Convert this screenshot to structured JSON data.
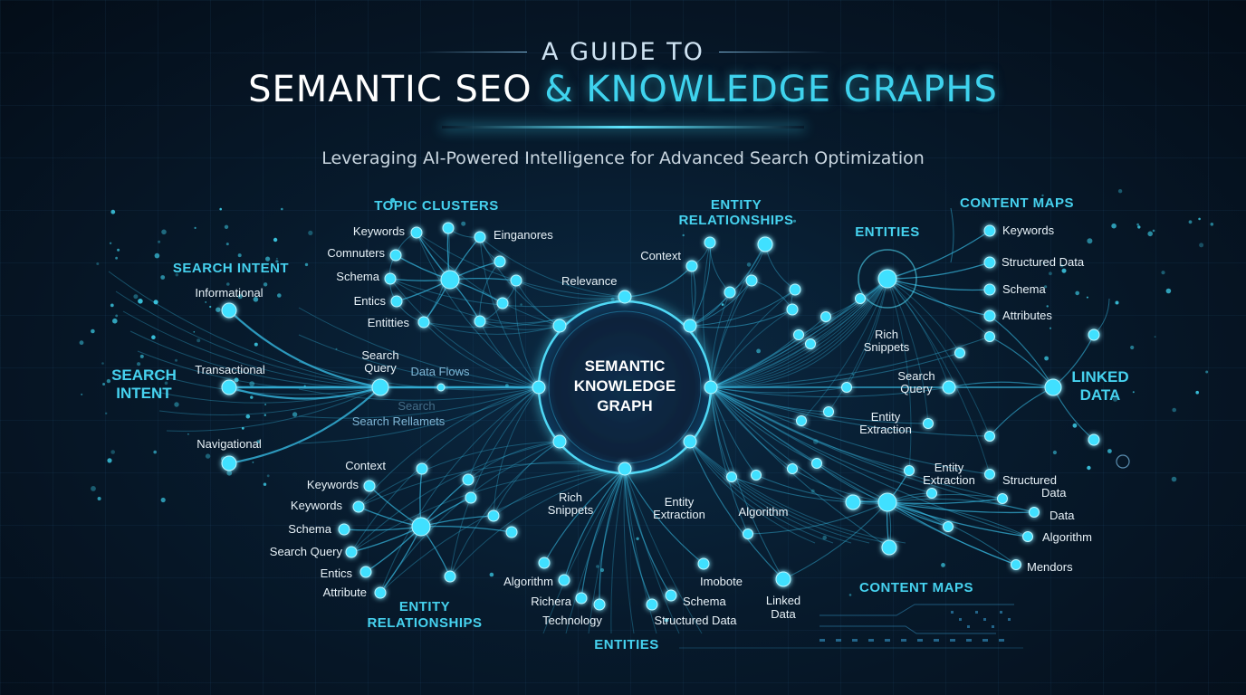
{
  "header": {
    "kicker": "A GUIDE TO",
    "title_part1": "SEMANTIC SEO",
    "title_part2": "& KNOWLEDGE GRAPHS",
    "subtitle": "Leveraging AI-Powered Intelligence for Advanced Search Optimization"
  },
  "center": {
    "line1": "SEMANTIC",
    "line2": "KNOWLEDGE",
    "line3": "GRAPH"
  },
  "sections": {
    "search_intent_top": "SEARCH INTENT",
    "search_intent_left_1": "SEARCH",
    "search_intent_left_2": "INTENT",
    "topic_clusters": "TOPIC CLUSTERS",
    "entity_rel_top_1": "ENTITY",
    "entity_rel_top_2": "RELATIONSHIPS",
    "entities_right": "ENTITIES",
    "content_maps_top": "CONTENT MAPS",
    "linked_data_1": "LINKED",
    "linked_data_2": "DATA",
    "content_maps_bottom": "CONTENT MAPS",
    "entity_rel_bottom_1": "ENTITY",
    "entity_rel_bottom_2": "RELATIONSHIPS",
    "entities_bottom": "ENTITIES"
  },
  "labels": {
    "informational": "Informational",
    "transactional": "Transactional",
    "navigational": "Navigational",
    "search_query": "Search",
    "search_query_2": "Query",
    "data_flows": "Data Flows",
    "search_rellamets": "Search Rellamets",
    "search_faint": "Search",
    "tc_keywords": "Keywords",
    "tc_comnuters": "Comnuters",
    "tc_schema": "Schema",
    "tc_entics": "Entics",
    "tc_entitties": "Entitties",
    "tc_einganores": "Einganores",
    "relevance": "Relevance",
    "context_top": "Context",
    "cm_keywords": "Keywords",
    "cm_structured": "Structured Data",
    "cm_schema": "Schema",
    "cm_attributes": "Attributes",
    "rich_1": "Rich",
    "rich_2": "Snippets",
    "sq_r1": "Search",
    "sq_r2": "Query",
    "ee_1": "Entity",
    "ee_2": "Extraction",
    "ee_b1": "Entity",
    "ee_b2": "Extraction",
    "sd_1": "Structured",
    "sd_2": "Data",
    "data_r": "Data",
    "algorithm_r": "Algorithm",
    "mendors": "Mendors",
    "bl_context": "Context",
    "bl_keywords1": "Keywords",
    "bl_keywords2": "Keywords",
    "bl_schema": "Schema",
    "bl_search_query": "Search Query",
    "bl_entics": "Entics",
    "bl_attribute": "Attribute",
    "rich_b1": "Rich",
    "rich_b2": "Snippets",
    "ent_ext_b1": "Entity",
    "ent_ext_b2": "Extraction",
    "algorithm_mid": "Algorithm",
    "bc_algorithm": "Algorithm",
    "bc_richera": "Richera",
    "bc_technology": "Technology",
    "bc_imobote": "Imobote",
    "bc_schema": "Schema",
    "bc_structured": "Structured Data",
    "linked_b1": "Linked",
    "linked_b2": "Data"
  },
  "colors": {
    "accent": "#46d2ef",
    "node": "#3fe0ff",
    "background": "#061423"
  }
}
